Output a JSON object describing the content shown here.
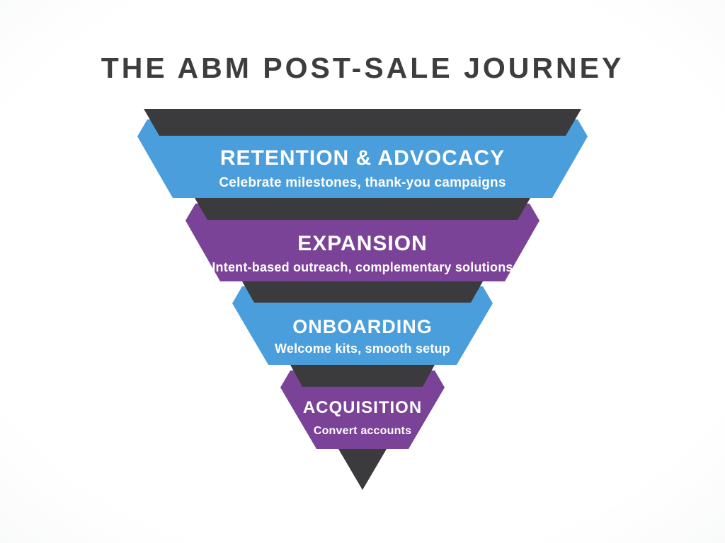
{
  "title": "THE ABM POST-SALE JOURNEY",
  "colors": {
    "dark_funnel": "#3B3B3D",
    "blue": "#4A9EDB",
    "purple": "#7B4398",
    "title_text": "#3D3D3F",
    "band_text": "#FFFFFF",
    "background": "#FFFFFF"
  },
  "funnel": {
    "type": "inverted-funnel",
    "stage_count": 4,
    "stages": [
      {
        "name": "retention-advocacy",
        "title": "RETENTION & ADVOCACY",
        "subtitle": "Celebrate milestones, thank-you campaigns",
        "color": "#4A9EDB"
      },
      {
        "name": "expansion",
        "title": "EXPANSION",
        "subtitle": "Intent-based outreach, complementary solutions",
        "color": "#7B4398"
      },
      {
        "name": "onboarding",
        "title": "ONBOARDING",
        "subtitle": "Welcome kits, smooth setup",
        "color": "#4A9EDB"
      },
      {
        "name": "acquisition",
        "title": "ACQUISITION",
        "subtitle": "Convert accounts",
        "color": "#7B4398"
      }
    ]
  }
}
